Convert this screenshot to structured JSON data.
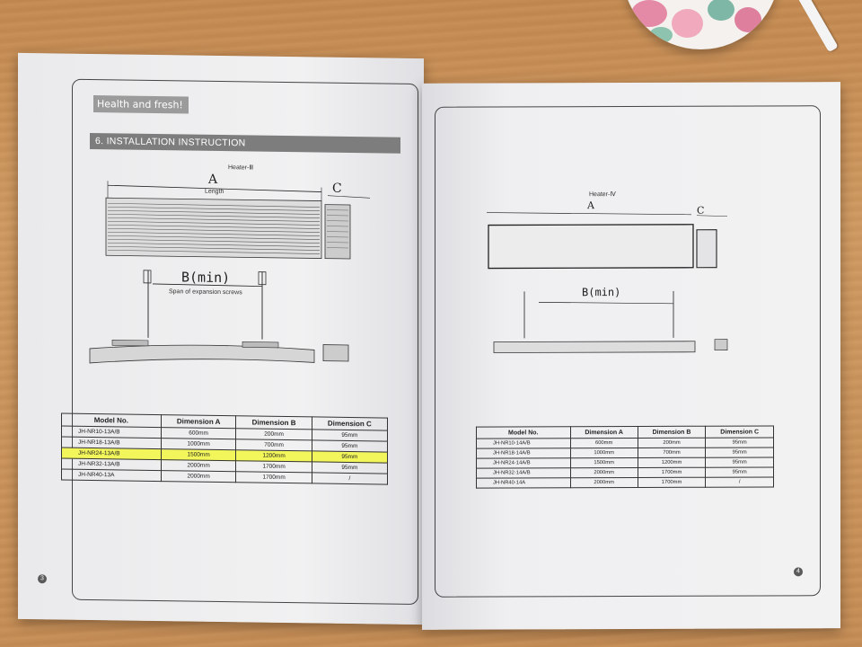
{
  "left_page": {
    "tag": "Health and fresh!",
    "section_title": "6. INSTALLATION INSTRUCTION",
    "heater_label": "Heater-Ⅲ",
    "dim_a": "A",
    "dim_c": "C",
    "length_label": "Length",
    "b_min": "B(min)",
    "span_label": "Span of expansion screws",
    "page_number": "3",
    "table": {
      "headers": [
        "Model No.",
        "Dimension A",
        "Dimension B",
        "Dimension C"
      ],
      "rows": [
        [
          "JH-NR10-13A/B",
          "600mm",
          "200mm",
          "95mm"
        ],
        [
          "JH-NR18-13A/B",
          "1000mm",
          "700mm",
          "95mm"
        ],
        [
          "JH-NR24-13A/B",
          "1500mm",
          "1200mm",
          "95mm"
        ],
        [
          "JH-NR32-13A/B",
          "2000mm",
          "1700mm",
          "95mm"
        ],
        [
          "JH-NR40-13A",
          "2000mm",
          "1700mm",
          "/"
        ]
      ],
      "highlighted_row": 2,
      "highlight_color": "#f3f65a"
    }
  },
  "right_page": {
    "heater_label": "Heater-Ⅳ",
    "dim_a": "A",
    "dim_c": "C",
    "b_min": "B(min)",
    "page_number": "4",
    "table": {
      "headers": [
        "Model No.",
        "Dimension A",
        "Dimension B",
        "Dimension C"
      ],
      "rows": [
        [
          "JH-NR10-14A/B",
          "600mm",
          "200mm",
          "95mm"
        ],
        [
          "JH-NR18-14A/B",
          "1000mm",
          "700mm",
          "95mm"
        ],
        [
          "JH-NR24-14A/B",
          "1500mm",
          "1200mm",
          "95mm"
        ],
        [
          "JH-NR32-14A/B",
          "2000mm",
          "1700mm",
          "95mm"
        ],
        [
          "JH-NR40-14A",
          "2000mm",
          "1700mm",
          "/"
        ]
      ]
    }
  }
}
